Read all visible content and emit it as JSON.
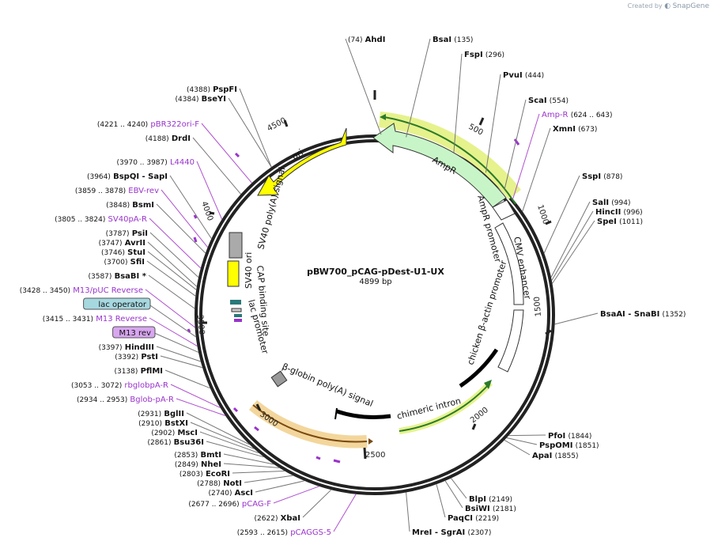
{
  "watermark": {
    "prefix": "Created by",
    "brand": "SnapGene"
  },
  "plasmid": {
    "name": "pBW700_pCAG-pDest-U1-UX",
    "length_label": "4899 bp",
    "length": 4899
  },
  "ticks": [
    "500",
    "1000",
    "1500",
    "2000",
    "2500",
    "3000",
    "3500",
    "4000",
    "4500"
  ],
  "features": [
    {
      "name": "AmpR",
      "kind": "arrow",
      "color": "#c8f5c8",
      "highlight": true
    },
    {
      "name": "ori",
      "kind": "arrow",
      "color": "#ffff00"
    },
    {
      "name": "chimeric intron",
      "kind": "black"
    },
    {
      "name": "β-globin poly(A) signal",
      "kind": "box",
      "color": "#999999"
    },
    {
      "name": "SV40 poly(A) signal",
      "kind": "box",
      "color": "#999999"
    },
    {
      "name": "SV40 ori",
      "kind": "box",
      "color": "#ffff00"
    },
    {
      "name": "CAP binding site",
      "kind": "small"
    },
    {
      "name": "lac promoter",
      "kind": "small"
    },
    {
      "name": "AmpR promoter",
      "kind": "arrow"
    },
    {
      "name": "CMV enhancer",
      "kind": "arrow"
    },
    {
      "name": "chicken β-actin promoter",
      "kind": "arrow"
    }
  ],
  "sites": [
    {
      "pos": "(74)",
      "name": "AhdI"
    },
    {
      "pos": "(135)",
      "name": "BsaI"
    },
    {
      "pos": "(296)",
      "name": "FspI"
    },
    {
      "pos": "(444)",
      "name": "PvuI"
    },
    {
      "pos": "(554)",
      "name": "ScaI"
    },
    {
      "pos": "(624 .. 643)",
      "name": "Amp-R",
      "primer": true
    },
    {
      "pos": "(673)",
      "name": "XmnI"
    },
    {
      "pos": "(878)",
      "name": "SspI"
    },
    {
      "pos": "(994)",
      "name": "SalI"
    },
    {
      "pos": "(996)",
      "name": "HincII"
    },
    {
      "pos": "(1011)",
      "name": "SpeI"
    },
    {
      "pos": "(1352)",
      "name": "BsaAI - SnaBI"
    },
    {
      "pos": "(1844)",
      "name": "PfoI"
    },
    {
      "pos": "(1851)",
      "name": "PspOMI"
    },
    {
      "pos": "(1855)",
      "name": "ApaI"
    },
    {
      "pos": "(2149)",
      "name": "BlpI"
    },
    {
      "pos": "(2181)",
      "name": "BsiWI"
    },
    {
      "pos": "(2219)",
      "name": "PaqCI"
    },
    {
      "pos": "(2307)",
      "name": "MreI - SgrAI"
    },
    {
      "pos": "(4388)",
      "name": "PspFI"
    },
    {
      "pos": "(4384)",
      "name": "BseYI"
    },
    {
      "pos": "(4221 .. 4240)",
      "name": "pBR322ori-F",
      "primer": true
    },
    {
      "pos": "(4188)",
      "name": "DrdI"
    },
    {
      "pos": "(3970 .. 3987)",
      "name": "L4440",
      "primer": true
    },
    {
      "pos": "(3964)",
      "name": "BspQI - SapI"
    },
    {
      "pos": "(3859 .. 3878)",
      "name": "EBV-rev",
      "primer": true
    },
    {
      "pos": "(3848)",
      "name": "BsmI"
    },
    {
      "pos": "(3805 .. 3824)",
      "name": "SV40pA-R",
      "primer": true
    },
    {
      "pos": "(3787)",
      "name": "PsiI"
    },
    {
      "pos": "(3747)",
      "name": "AvrII"
    },
    {
      "pos": "(3746)",
      "name": "StuI"
    },
    {
      "pos": "(3700)",
      "name": "SfiI"
    },
    {
      "pos": "(3587)",
      "name": "BsaBI *"
    },
    {
      "pos": "(3428 .. 3450)",
      "name": "M13/pUC Reverse",
      "primer": true
    },
    {
      "pos": "",
      "name": "lac operator",
      "boxed": "#a6d8e0"
    },
    {
      "pos": "(3415 .. 3431)",
      "name": "M13 Reverse",
      "primer": true
    },
    {
      "pos": "",
      "name": "M13 rev",
      "boxed": "#d8a6f0"
    },
    {
      "pos": "(3397)",
      "name": "HindIII"
    },
    {
      "pos": "(3392)",
      "name": "PstI"
    },
    {
      "pos": "(3138)",
      "name": "PflMI"
    },
    {
      "pos": "(3053 .. 3072)",
      "name": "rbglobpA-R",
      "primer": true
    },
    {
      "pos": "(2934 .. 2953)",
      "name": "Bglob-pA-R",
      "primer": true
    },
    {
      "pos": "(2931)",
      "name": "BglII"
    },
    {
      "pos": "(2910)",
      "name": "BstXI"
    },
    {
      "pos": "(2902)",
      "name": "MscI"
    },
    {
      "pos": "(2861)",
      "name": "Bsu36I"
    },
    {
      "pos": "(2853)",
      "name": "BmtI"
    },
    {
      "pos": "(2849)",
      "name": "NheI"
    },
    {
      "pos": "(2803)",
      "name": "EcoRI"
    },
    {
      "pos": "(2788)",
      "name": "NotI"
    },
    {
      "pos": "(2740)",
      "name": "AscI"
    },
    {
      "pos": "(2677 .. 2696)",
      "name": "pCAG-F",
      "primer": true
    },
    {
      "pos": "(2622)",
      "name": "XbaI"
    },
    {
      "pos": "(2593 .. 2615)",
      "name": "pCAGGS-5",
      "primer": true
    }
  ]
}
